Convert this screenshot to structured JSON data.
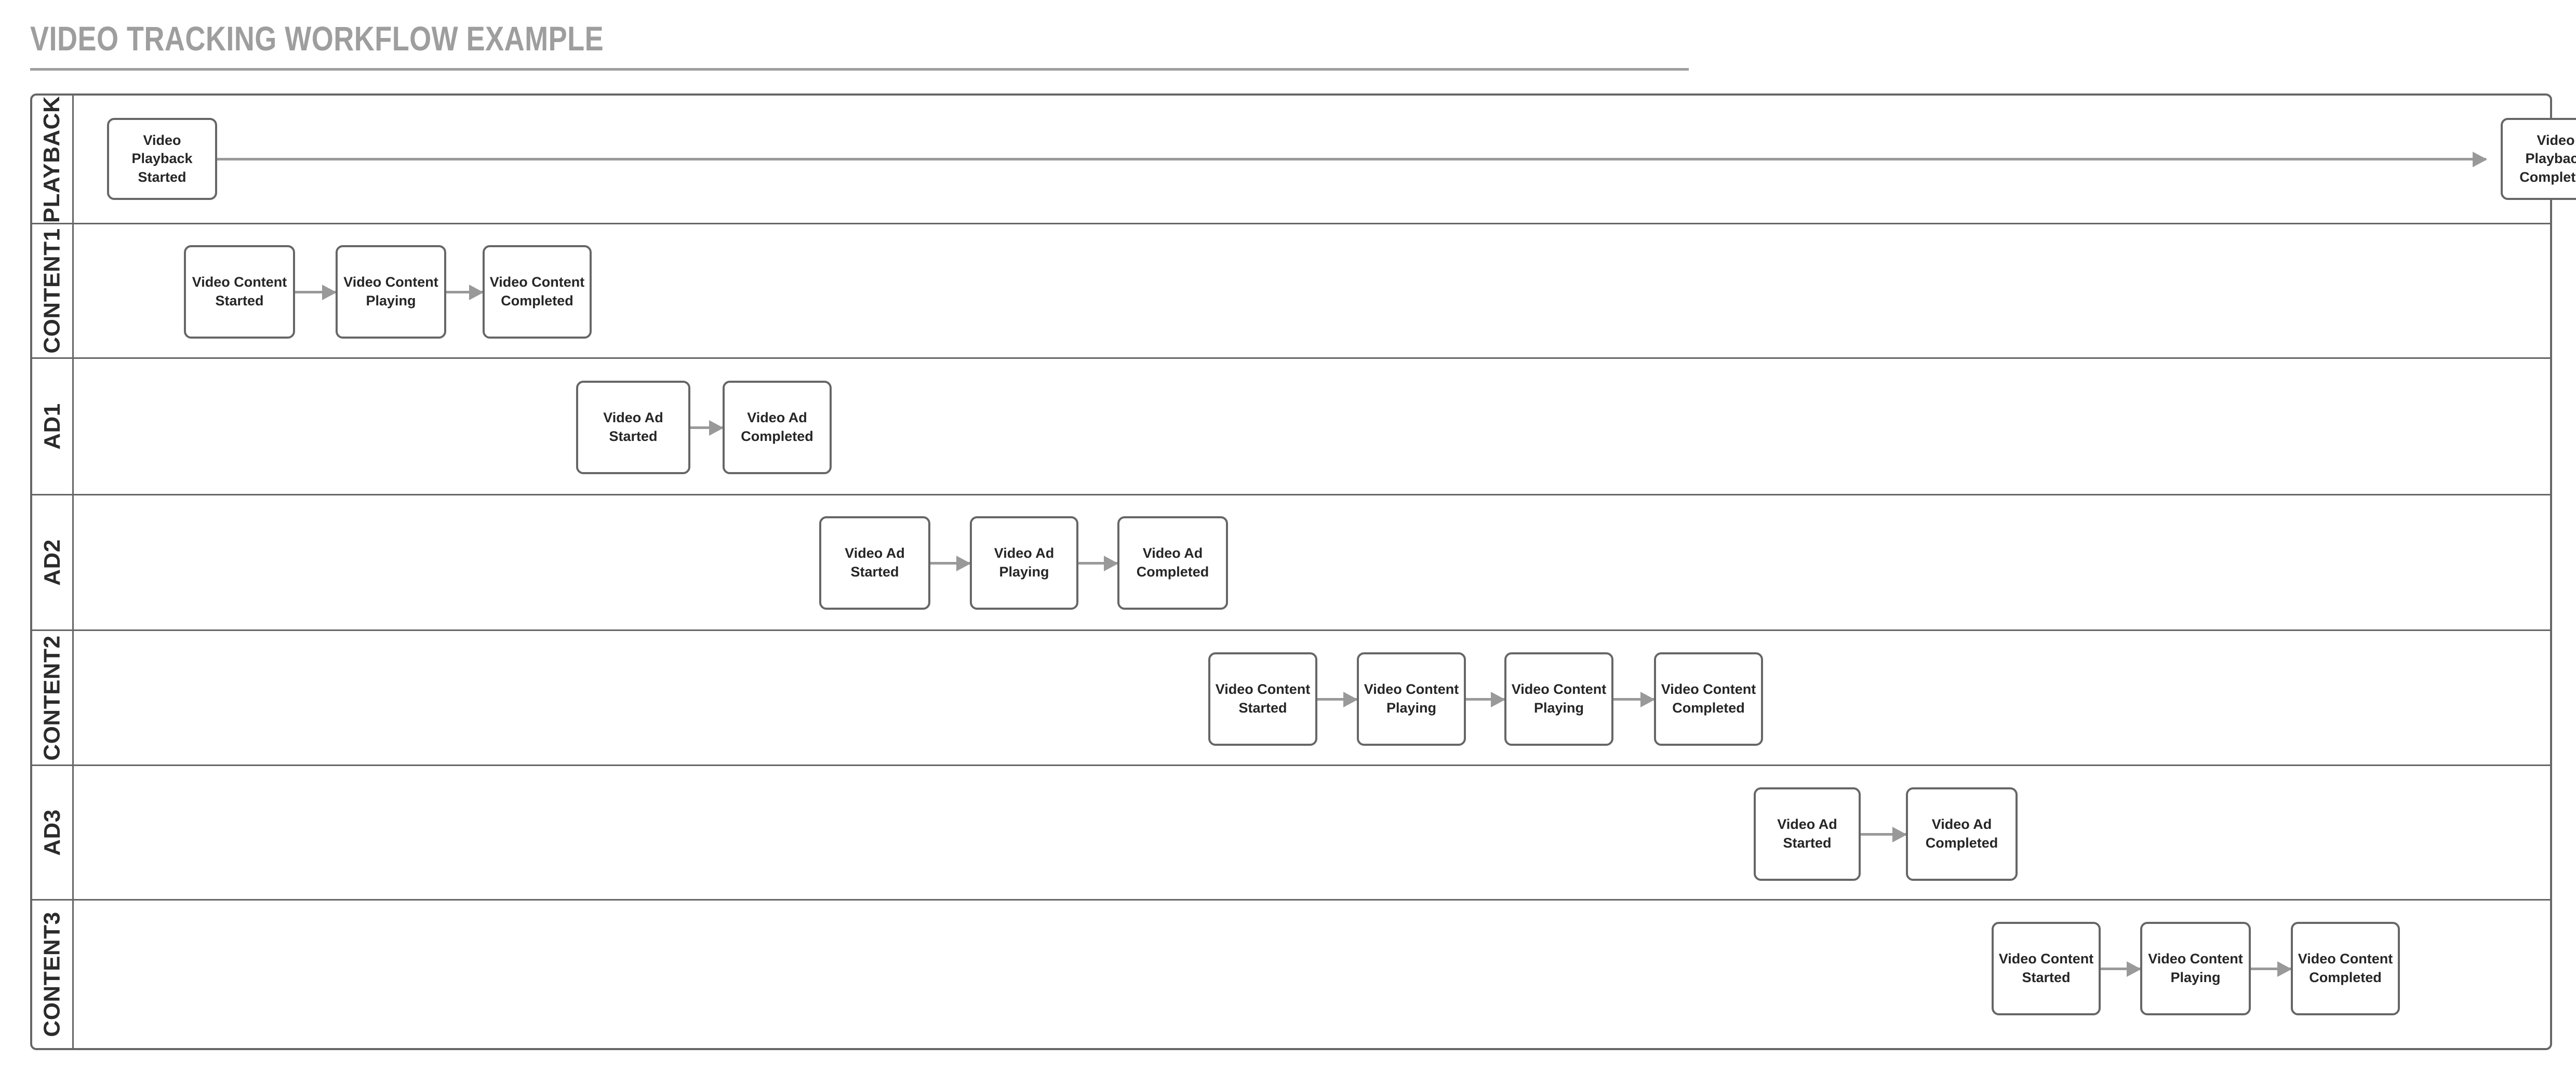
{
  "title": "VIDEO TRACKING WORKFLOW EXAMPLE",
  "colors": {
    "title": "#9e9e9e",
    "lane_border": "#666666",
    "node_border": "#666666",
    "node_text": "#262626",
    "connector": "#999999",
    "background": "#ffffff"
  },
  "diagram": {
    "type": "swimlane-flowchart",
    "lane_count": 7,
    "lanes": [
      {
        "id": "playback",
        "label": "PLAYBACK",
        "nodes": [
          {
            "id": "playback-started",
            "label": "Video Playback Started"
          },
          {
            "id": "playback-completed",
            "label": "Video Playback Completed"
          }
        ],
        "edges": [
          {
            "from": "playback-started",
            "to": "playback-completed"
          }
        ]
      },
      {
        "id": "content1",
        "label": "CONTENT1",
        "nodes": [
          {
            "id": "c1-started",
            "label": "Video Content Started"
          },
          {
            "id": "c1-playing",
            "label": "Video Content Playing"
          },
          {
            "id": "c1-completed",
            "label": "Video Content Completed"
          }
        ],
        "edges": [
          {
            "from": "c1-started",
            "to": "c1-playing"
          },
          {
            "from": "c1-playing",
            "to": "c1-completed"
          }
        ]
      },
      {
        "id": "ad1",
        "label": "AD1",
        "nodes": [
          {
            "id": "a1-started",
            "label": "Video Ad Started"
          },
          {
            "id": "a1-completed",
            "label": "Video Ad Completed"
          }
        ],
        "edges": [
          {
            "from": "a1-started",
            "to": "a1-completed"
          }
        ]
      },
      {
        "id": "ad2",
        "label": "AD2",
        "nodes": [
          {
            "id": "a2-started",
            "label": "Video Ad Started"
          },
          {
            "id": "a2-playing",
            "label": "Video Ad Playing"
          },
          {
            "id": "a2-completed",
            "label": "Video Ad Completed"
          }
        ],
        "edges": [
          {
            "from": "a2-started",
            "to": "a2-playing"
          },
          {
            "from": "a2-playing",
            "to": "a2-completed"
          }
        ]
      },
      {
        "id": "content2",
        "label": "CONTENT2",
        "nodes": [
          {
            "id": "c2-started",
            "label": "Video Content Started"
          },
          {
            "id": "c2-playing-1",
            "label": "Video Content Playing"
          },
          {
            "id": "c2-playing-2",
            "label": "Video Content Playing"
          },
          {
            "id": "c2-completed",
            "label": "Video Content Completed"
          }
        ],
        "edges": [
          {
            "from": "c2-started",
            "to": "c2-playing-1"
          },
          {
            "from": "c2-playing-1",
            "to": "c2-playing-2"
          },
          {
            "from": "c2-playing-2",
            "to": "c2-completed"
          }
        ]
      },
      {
        "id": "ad3",
        "label": "AD3",
        "nodes": [
          {
            "id": "a3-started",
            "label": "Video Ad Started"
          },
          {
            "id": "a3-completed",
            "label": "Video Ad Completed"
          }
        ],
        "edges": [
          {
            "from": "a3-started",
            "to": "a3-completed"
          }
        ]
      },
      {
        "id": "content3",
        "label": "CONTENT3",
        "nodes": [
          {
            "id": "c3-started",
            "label": "Video Content Started"
          },
          {
            "id": "c3-playing",
            "label": "Video Content Playing"
          },
          {
            "id": "c3-completed",
            "label": "Video Content Completed"
          }
        ],
        "edges": [
          {
            "from": "c3-started",
            "to": "c3-playing"
          },
          {
            "from": "c3-playing",
            "to": "c3-completed"
          }
        ]
      }
    ]
  }
}
